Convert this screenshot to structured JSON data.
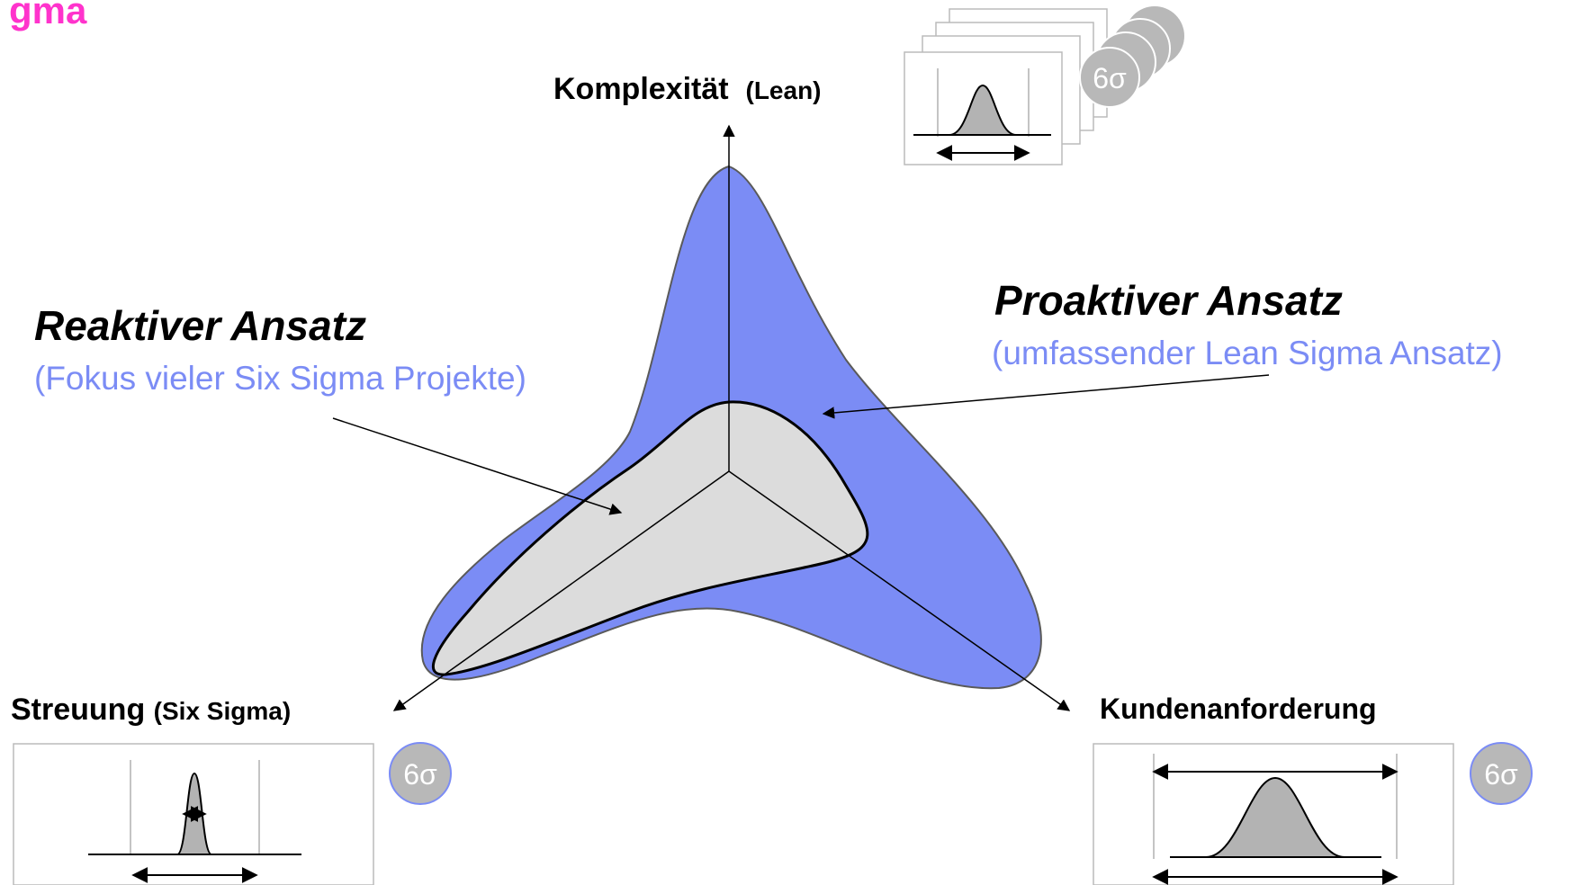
{
  "title_fragment": "gma",
  "axes": {
    "top": {
      "label": "Komplexität",
      "sub": "(Lean)"
    },
    "left": {
      "label": "Streuung",
      "sub": "(Six Sigma)"
    },
    "right": {
      "label": "Kundenanforderung",
      "sub": ""
    }
  },
  "reactive": {
    "title": "Reaktiver Ansatz",
    "subtitle": "(Fokus vieler Six Sigma Projekte)"
  },
  "proactive": {
    "title": "Proaktiver Ansatz",
    "subtitle": "(umfassender Lean Sigma Ansatz)"
  },
  "sigma_badge": "6σ",
  "colors": {
    "proactive_fill": "#7b8cf5",
    "reactive_fill": "#dcdcdc",
    "badge_fill": "#b8b8b8",
    "subtitle_text": "#7b8cf5",
    "title_fragment": "#ff33cc"
  }
}
